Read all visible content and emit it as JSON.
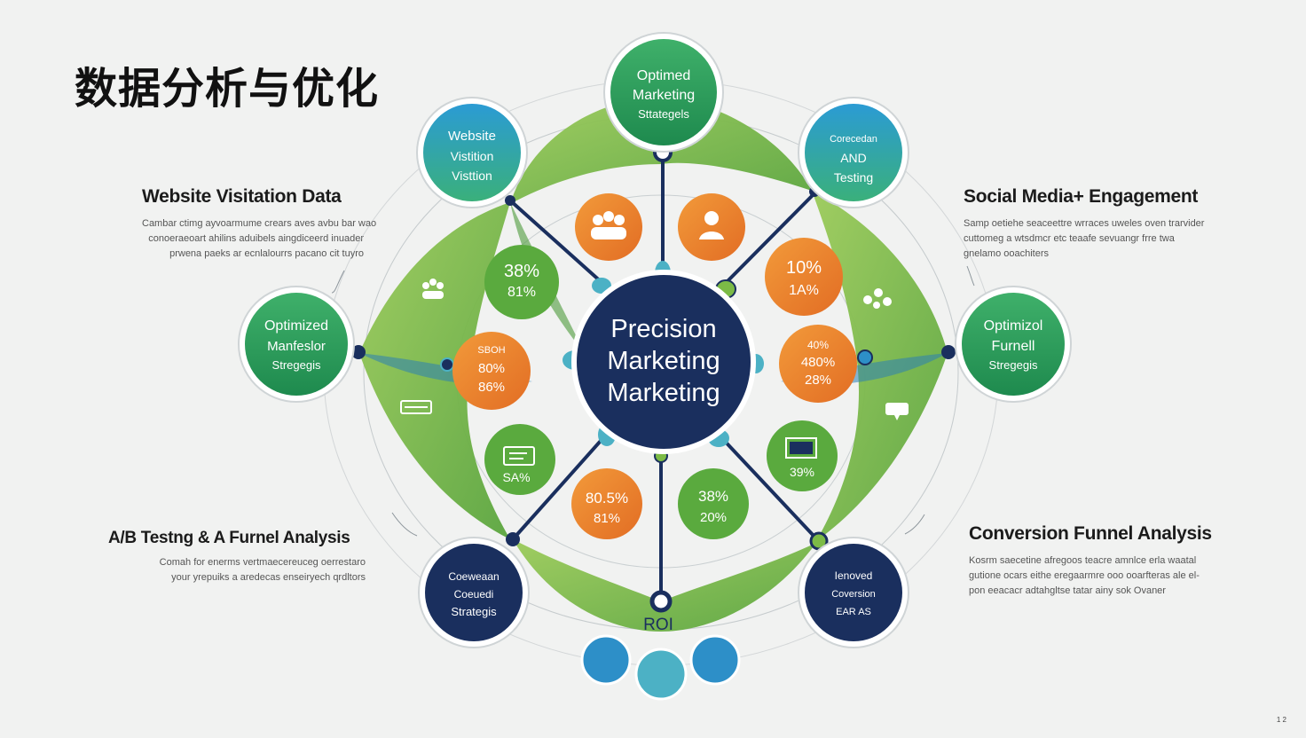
{
  "title": "数据分析与优化",
  "page_number": "1 2",
  "center": {
    "lines": [
      "Precision",
      "Marketing",
      "Marketing"
    ]
  },
  "side_blocks": {
    "top_left": {
      "heading": "Website Visitation Data",
      "lines": [
        "Cambar ctimg ayvoarmume crears aves avbu bar wao",
        "conoeraeoart ahilins aduibels aingdiceerd inuader",
        "prwena paeks ar ecnlalourrs pacano cit tuyro"
      ]
    },
    "top_right": {
      "heading": "Social Media+ Engagement",
      "lines": [
        "Samp oetiehe seaceettre wrraces uweles oven trarvider",
        "cuttomeg a wtsdmcr etc teaafe sevuangr frre twa",
        "gnelamo ooachiters"
      ]
    },
    "bottom_left": {
      "heading": "A/B Testng & A Furnel Analysis",
      "lines": [
        "Comah for enerms vertmaecereuceg oerrestaro",
        "your yrepuiks a aredecas enseiryech qrdltors"
      ]
    },
    "bottom_right": {
      "heading": "Conversion Funnel Analysis",
      "lines": [
        "Kosrm saecetine afregoos teacre amnlce erla waatal",
        "gutione ocars eithe eregaarmre ooo ooarfteras ale el-",
        "pon eeacacr adtahgltse tatar ainy sok Ovaner"
      ]
    }
  },
  "outer_nodes": {
    "top": [
      "Optimed",
      "Marketing",
      "Sttategels"
    ],
    "top_left": [
      "Website",
      "Vistition",
      "Visttion"
    ],
    "top_right": [
      "Corecedan",
      "AND",
      "Testing"
    ],
    "left": [
      "Optimized",
      "Manfeslor",
      "Stregegis"
    ],
    "right": [
      "Optimizol",
      "Furnell",
      "Stregegis"
    ],
    "bottom_left": [
      "Coeweaan",
      "Coeuedi",
      "Strategis"
    ],
    "bottom_right": [
      "Ienoved",
      "Coversion",
      "EAR AS"
    ],
    "roi": "ROI"
  },
  "stat_bubbles": {
    "upper_left_green": [
      "38%",
      "81%"
    ],
    "mid_left_orange": [
      "SBOH",
      "80%",
      "86%"
    ],
    "lower_left_green": [
      "SA%"
    ],
    "bottom_orange": [
      "80.5%",
      "81%"
    ],
    "bottom_green": [
      "38%",
      "20%"
    ],
    "upper_right_orange": [
      "10%",
      "1A%"
    ],
    "mid_right_orange": [
      "40%",
      "480%",
      "28%"
    ],
    "lower_right_green": [
      "39%"
    ]
  },
  "colors": {
    "navy": "#1a2f5e",
    "green": "#2f9a59",
    "leaf_green": "#7cbb46",
    "orange": "#ea7d2b",
    "blue": "#2d8fc8",
    "teal": "#4cb1c5",
    "background": "#f1f2f1"
  }
}
